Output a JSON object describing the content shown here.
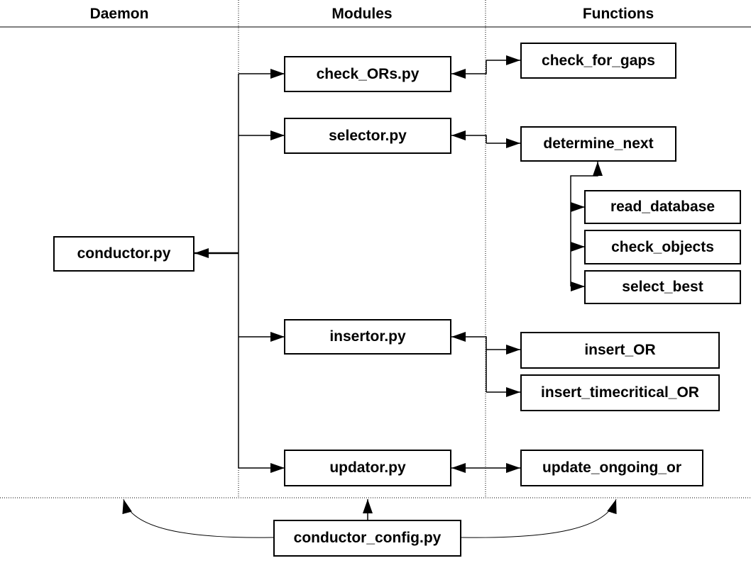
{
  "columns": {
    "daemon": "Daemon",
    "modules": "Modules",
    "functions": "Functions"
  },
  "daemon": {
    "conductor": "conductor.py"
  },
  "modules": {
    "check_ors": "check_ORs.py",
    "selector": "selector.py",
    "insertor": "insertor.py",
    "updator": "updator.py"
  },
  "functions": {
    "check_for_gaps": "check_for_gaps",
    "determine_next": "determine_next",
    "read_database": "read_database",
    "check_objects": "check_objects",
    "select_best": "select_best",
    "insert_or": "insert_OR",
    "insert_timecritical_or": "insert_timecritical_OR",
    "update_ongoing_or": "update_ongoing_or"
  },
  "config": {
    "conductor_config": "conductor_config.py"
  },
  "colors": {
    "line": "#000000",
    "background": "#ffffff"
  }
}
